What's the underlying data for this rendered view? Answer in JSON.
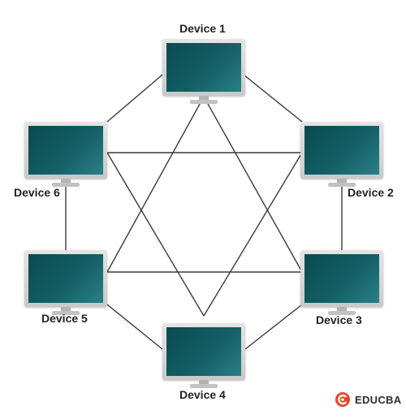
{
  "diagram": {
    "nodes": [
      {
        "id": "d1",
        "label": "Device 1"
      },
      {
        "id": "d2",
        "label": "Device 2"
      },
      {
        "id": "d3",
        "label": "Device 3"
      },
      {
        "id": "d4",
        "label": "Device 4"
      },
      {
        "id": "d5",
        "label": "Device 5"
      },
      {
        "id": "d6",
        "label": "Device 6"
      }
    ],
    "links": [
      [
        "d1",
        "d2"
      ],
      [
        "d2",
        "d3"
      ],
      [
        "d3",
        "d4"
      ],
      [
        "d4",
        "d5"
      ],
      [
        "d5",
        "d6"
      ],
      [
        "d6",
        "d1"
      ],
      [
        "d1",
        "d3"
      ],
      [
        "d3",
        "d5"
      ],
      [
        "d5",
        "d1"
      ],
      [
        "d2",
        "d4"
      ],
      [
        "d4",
        "d6"
      ],
      [
        "d6",
        "d2"
      ]
    ],
    "link_color": "#3a3a3a",
    "screen_color": "#135f65"
  },
  "brand": {
    "name": "EDUCBA",
    "icon": "educba-logo-icon",
    "color": "#e8432f"
  }
}
